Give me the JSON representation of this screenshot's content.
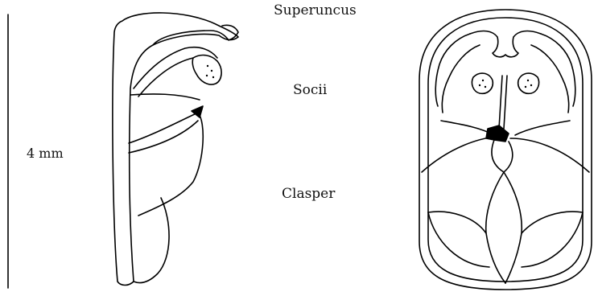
{
  "labels": {
    "superuncus": "Superuncus",
    "socii": "Socii",
    "clasper": "Clasper",
    "scale": "4 mm"
  }
}
